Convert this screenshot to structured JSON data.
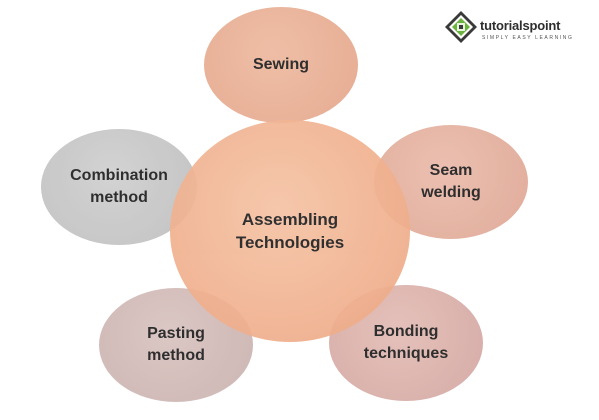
{
  "diagram": {
    "center": {
      "line1": "Assembling",
      "line2": "Technologies"
    },
    "nodes": {
      "sewing": {
        "line1": "Sewing"
      },
      "seam": {
        "line1": "Seam",
        "line2": "welding"
      },
      "bonding": {
        "line1": "Bonding",
        "line2": "techniques"
      },
      "pasting": {
        "line1": "Pasting",
        "line2": "method"
      },
      "combination": {
        "line1": "Combination",
        "line2": "method"
      }
    }
  },
  "logo": {
    "name": "tutorialspoint",
    "tagline": "SIMPLY EASY LEARNING",
    "colors": {
      "green": "#6db33f",
      "gray": "#3a3a3a"
    }
  },
  "colors": {
    "center": "#f0b18f",
    "sewing": "#e4a68a",
    "seam": "#dea693",
    "bonding": "#d3a6a0",
    "pasting": "#c9b1ae",
    "combination": "#bdbdbd"
  }
}
